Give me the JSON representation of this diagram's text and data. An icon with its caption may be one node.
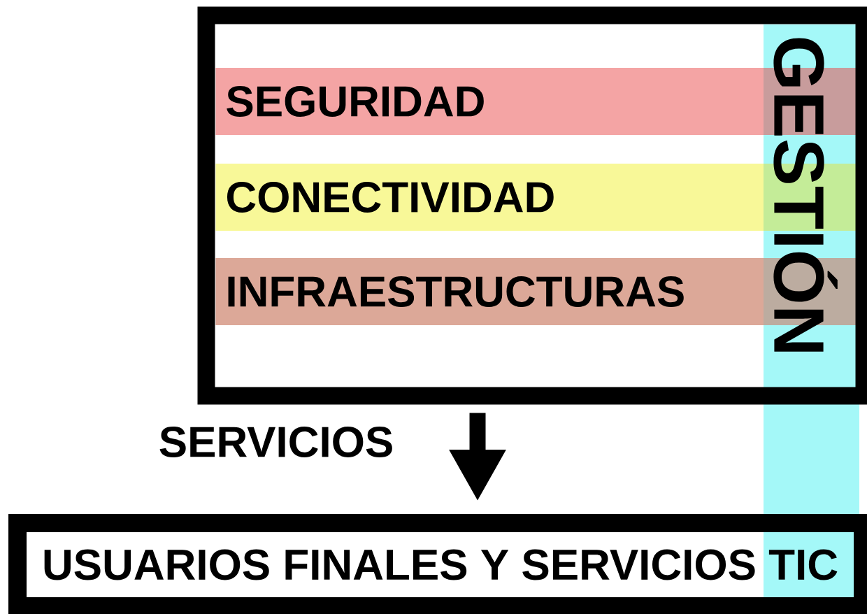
{
  "diagram": {
    "nodes": [
      {
        "text": [],
        "shape": "box"
      },
      {
        "text": [
          "SEGURIDAD"
        ],
        "in": 0
      },
      {
        "text": [
          "CONECTIVIDAD"
        ],
        "in": 0
      },
      {
        "text": [
          "INFRAESTRUCTURAS"
        ],
        "in": 0
      },
      {
        "text": [
          "GESTIÓN"
        ]
      },
      {
        "text": [
          "USUARIOS FINALES Y SERVICIOS TIC"
        ]
      }
    ],
    "edges": [
      {
        "from": 0,
        "to": 5,
        "arrow": "to",
        "label": "SERVICIOS"
      }
    ]
  }
}
